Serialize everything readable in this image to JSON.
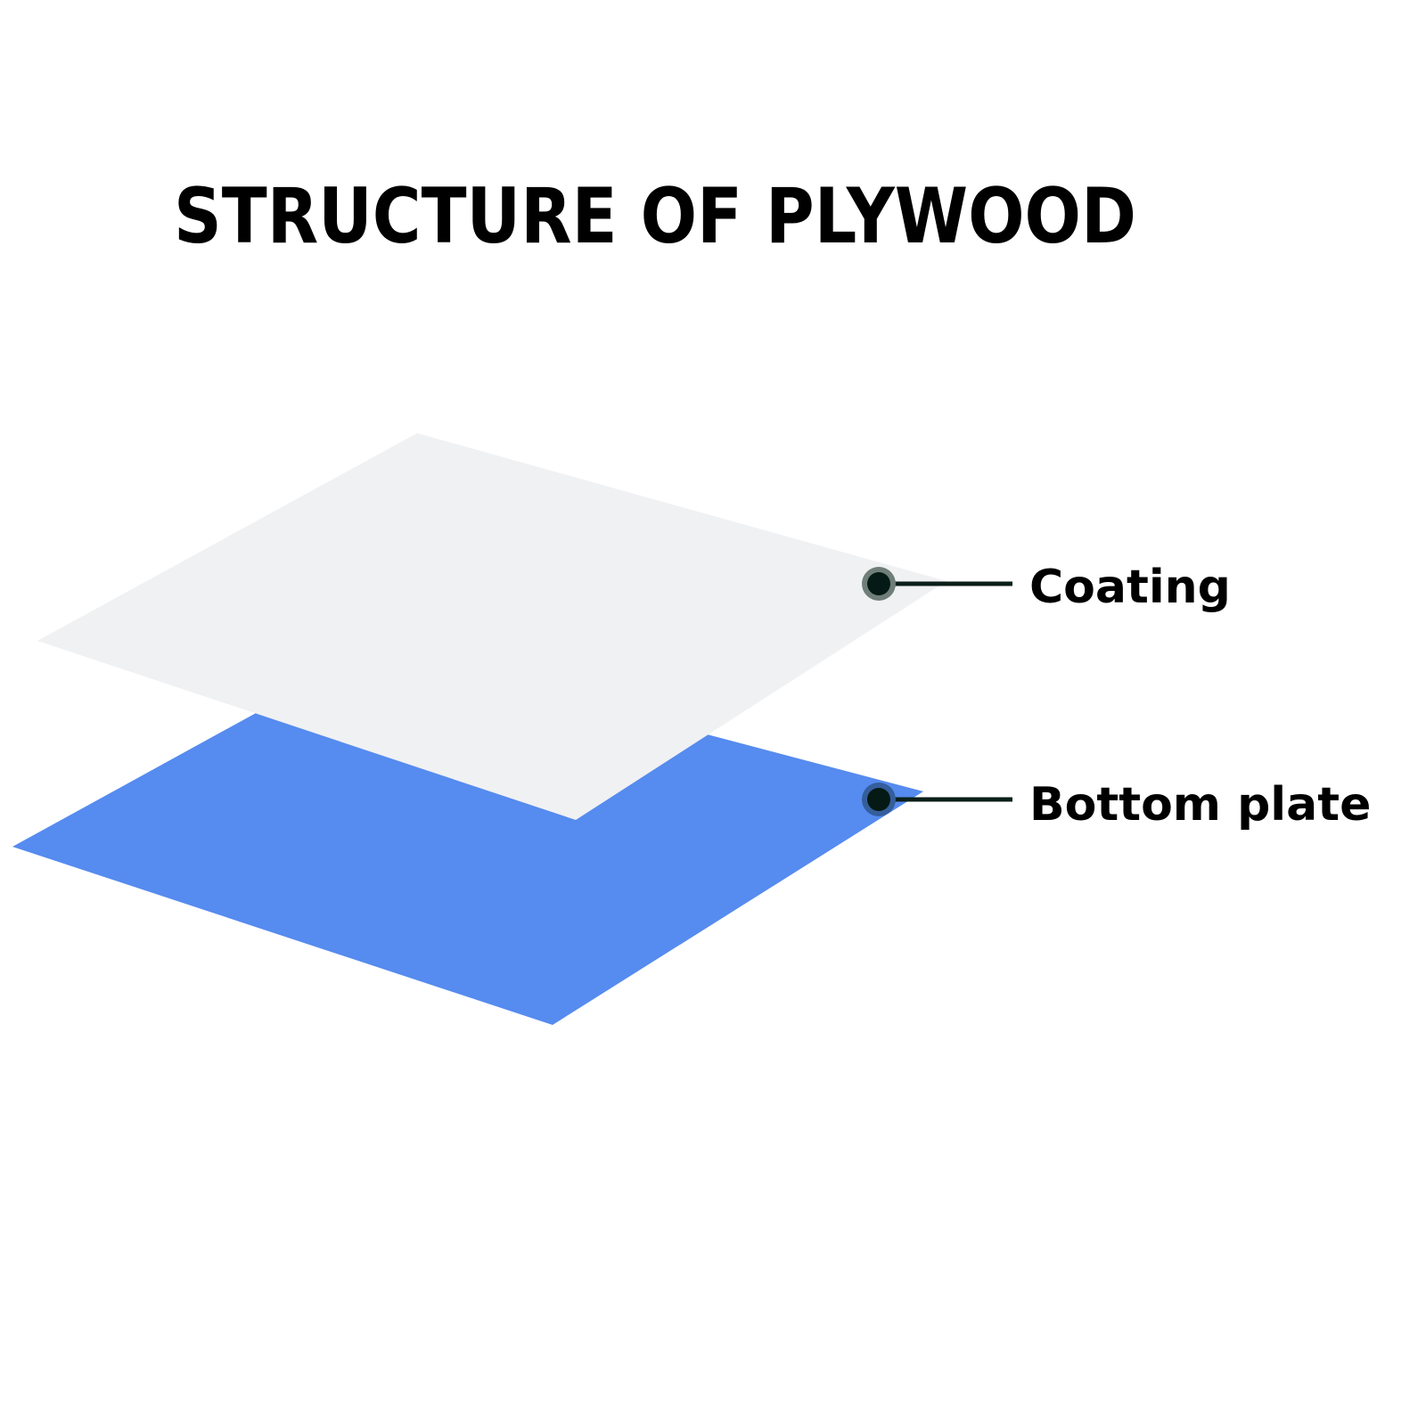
{
  "title": "STRUCTURE OF PLYWOOD",
  "layers": [
    {
      "label": "Coating",
      "color": "#f0f1f3",
      "marker_ring": "#6f7e78"
    },
    {
      "label": "Bottom plate",
      "color": "#568bef",
      "marker_ring": "#345e9c"
    }
  ],
  "colors": {
    "text": "#000000",
    "marker": "#051a14",
    "leader": "#0b1f1a",
    "background": "#ffffff"
  }
}
